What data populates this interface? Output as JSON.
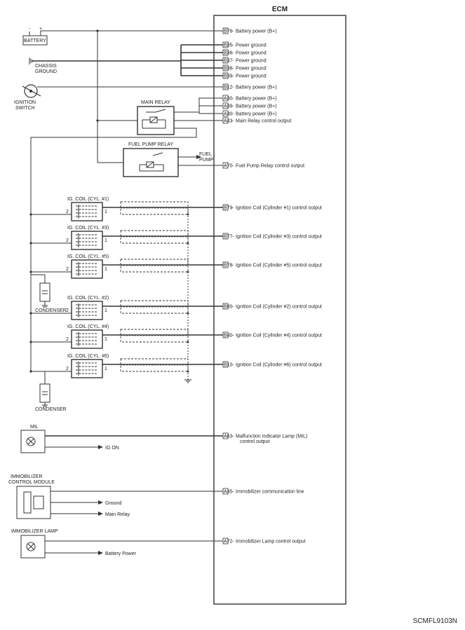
{
  "ecm": {
    "title": "ECM",
    "pins": [
      {
        "id": "B76",
        "desc": "Battery power (B+)"
      },
      {
        "id": "B35",
        "desc": "Power ground"
      },
      {
        "id": "B36",
        "desc": "Power ground"
      },
      {
        "id": "B37",
        "desc": "Power ground"
      },
      {
        "id": "B38",
        "desc": "Power ground"
      },
      {
        "id": "B39",
        "desc": "Power ground"
      },
      {
        "id": "B12",
        "desc": "Battery power (B+)"
      },
      {
        "id": "A30",
        "desc": "Battery power (B+)"
      },
      {
        "id": "A39",
        "desc": "Battery power (B+)"
      },
      {
        "id": "A40",
        "desc": "Battery power (B+)"
      },
      {
        "id": "A43",
        "desc": "Main Relay control output"
      },
      {
        "id": "A70",
        "desc": "Fuel Pump Relay control output"
      },
      {
        "id": "B79",
        "desc": "Ignition Coil (Cylinder #1) control output"
      },
      {
        "id": "B77",
        "desc": "Ignition Coil (Cylinder #3) control output"
      },
      {
        "id": "B78",
        "desc": "Ignition Coil (Cylinder #5) control output"
      },
      {
        "id": "B80",
        "desc": "Ignition Coil (Cylinder #2) control output"
      },
      {
        "id": "B40",
        "desc": "Ignition Coil (Cylinder #4) control output"
      },
      {
        "id": "B10",
        "desc": "Ignition Coil (Cylinder #6) control output"
      },
      {
        "id": "A63",
        "desc": "Malfunction Indicator Lamp (MIL)"
      },
      {
        "id": "A45",
        "desc": "Immobilizer communication line"
      },
      {
        "id": "A72",
        "desc": "Immobilizer Lamp control output"
      }
    ],
    "mil_desc_line2": "control output"
  },
  "components": {
    "battery": "BATTERY",
    "battery_minus": "-",
    "battery_plus": "+",
    "chassis_ground": [
      "CHASSIS",
      "GROUND"
    ],
    "ignition_switch": [
      "IGNITION",
      "SWITCH"
    ],
    "main_relay": "MAIN RELAY",
    "fuel_pump_relay": "FUEL PUMP RELAY",
    "fuel_pump": [
      "FUEL",
      "PUMP"
    ],
    "coils": [
      {
        "label": "IG. COIL (CYL. #1)",
        "pin2": "2",
        "pin1": "1"
      },
      {
        "label": "IG. COIL (CYL. #3)",
        "pin2": "2",
        "pin1": "1"
      },
      {
        "label": "IG. COIL (CYL. #5)",
        "pin2": "2",
        "pin1": "1"
      },
      {
        "label": "IG. COIL (CYL. #2)",
        "pin2": "2",
        "pin1": "1"
      },
      {
        "label": "IG. COIL (CYL. #4)",
        "pin2": "2",
        "pin1": "1"
      },
      {
        "label": "IG. COIL (CYL. #6)",
        "pin2": "2",
        "pin1": "1"
      }
    ],
    "condenser": "CONDENSER",
    "mil": "MIL",
    "ig_on": "IG ON",
    "immobilizer_module": [
      "IMMOBILIZER",
      "CONTROL MODULE"
    ],
    "ground": "Ground",
    "main_relay_out": "Main Relay",
    "immobilizer_lamp": "IMMOBILIZER LAMP",
    "battery_power": "Battery Power"
  },
  "reference": "SCMFL9103N"
}
